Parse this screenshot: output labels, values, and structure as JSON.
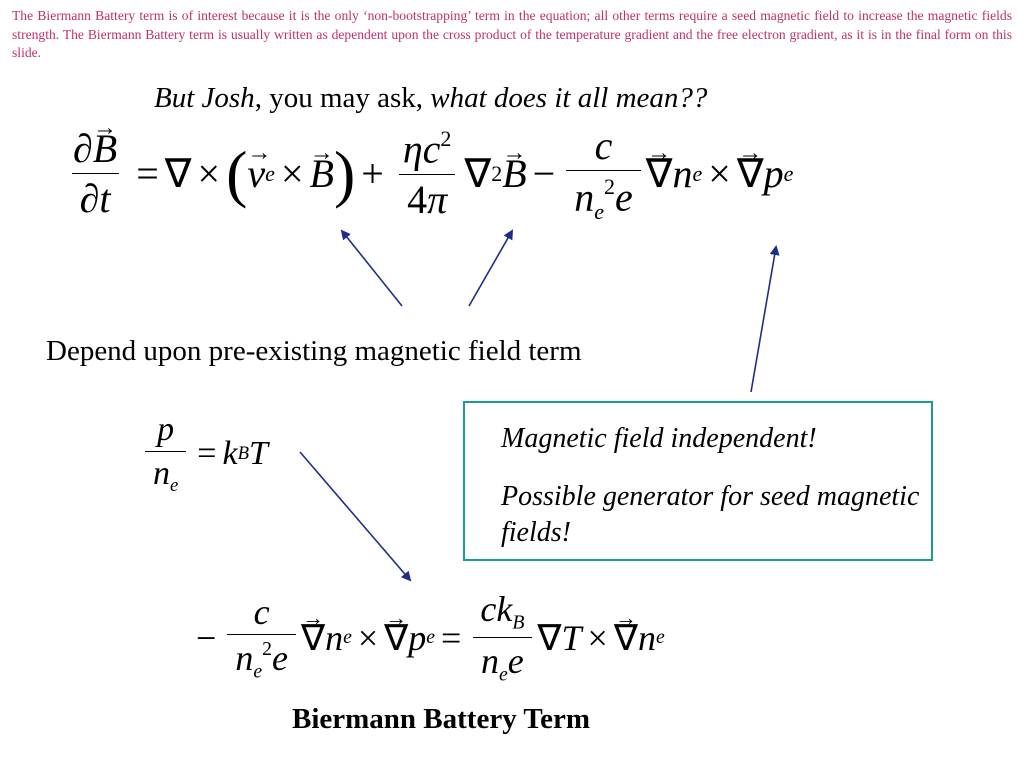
{
  "note": "The Biermann Battery term is of interest because it is the only ‘non-bootstrapping’ term in the equation; all other terms require a seed magnetic field to increase the magnetic fields strength. The Biermann Battery term is usually written as dependent upon the cross product of the temperature gradient and the free electron gradient, as it is in the final form on this slide.",
  "heading": {
    "part1": "But Josh",
    "part2": ", you may ask, ",
    "part3": "what does it all mean??"
  },
  "labels": {
    "depend": "Depend upon pre-existing magnetic field term",
    "final": "Biermann Battery Term"
  },
  "callout": {
    "line1": "Magnetic field independent!",
    "line2": "Possible generator for seed magnetic fields!"
  },
  "colors": {
    "note_text": "#c0306a",
    "arrow": "#1f2d8a",
    "callout_border": "#1a9b95"
  }
}
